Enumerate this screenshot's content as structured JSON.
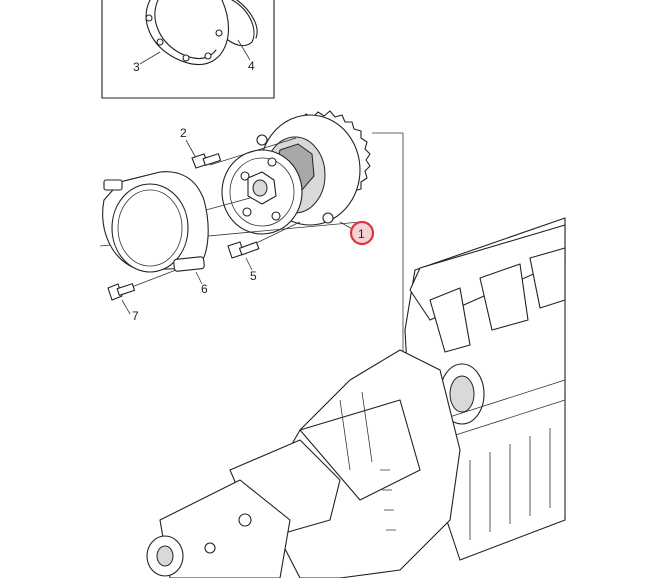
{
  "diagram": {
    "callouts": [
      {
        "id": "1",
        "text": "1",
        "highlighted": true
      },
      {
        "id": "2",
        "text": "2"
      },
      {
        "id": "3",
        "text": "3"
      },
      {
        "id": "4",
        "text": "4"
      },
      {
        "id": "5",
        "text": "5"
      },
      {
        "id": "6",
        "text": "6"
      },
      {
        "id": "7",
        "text": "7"
      }
    ],
    "highlight_color": "#d9343f",
    "line_color": "#222222"
  }
}
